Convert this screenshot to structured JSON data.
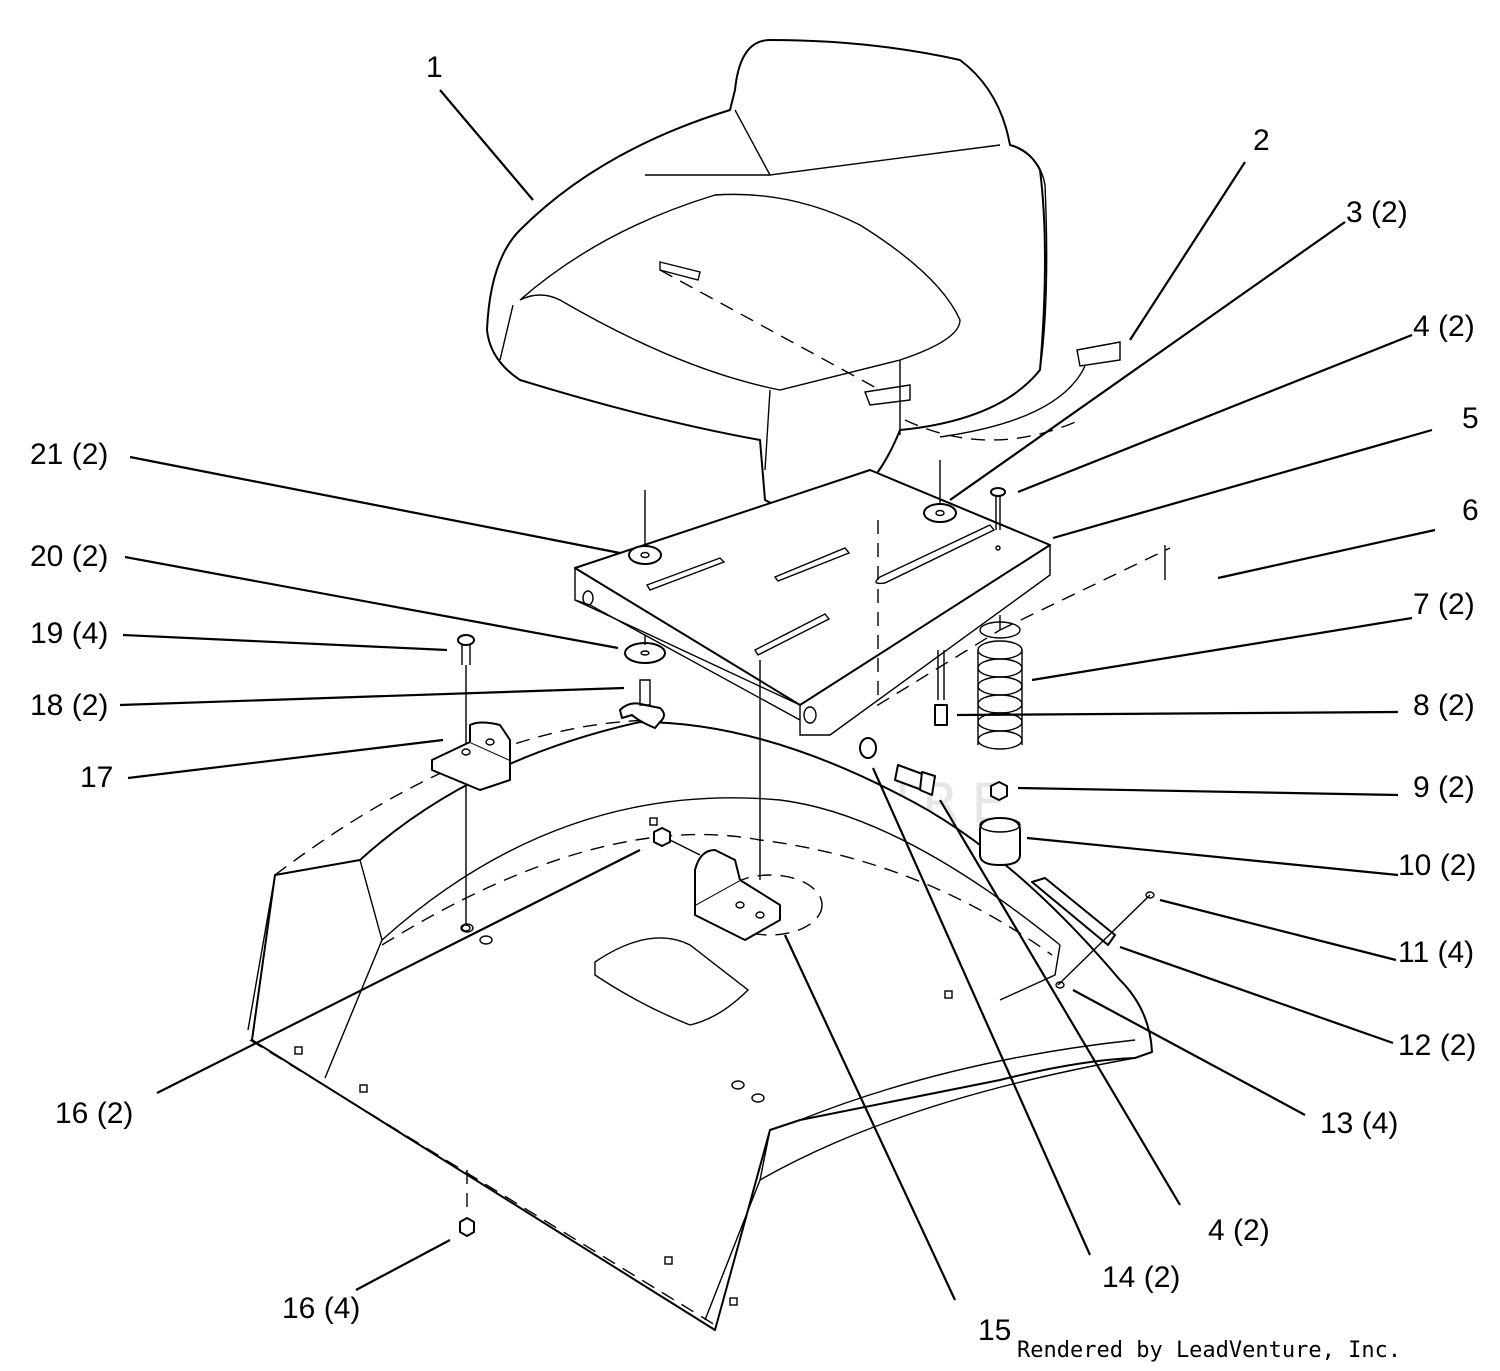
{
  "watermark": "LEADVENTURE",
  "credit": "Rendered by LeadVenture, Inc.",
  "callouts": [
    {
      "id": "c1",
      "label": "1"
    },
    {
      "id": "c2",
      "label": "2"
    },
    {
      "id": "c3",
      "label": "3 (2)"
    },
    {
      "id": "c4a",
      "label": "4 (2)"
    },
    {
      "id": "c5",
      "label": "5"
    },
    {
      "id": "c6",
      "label": "6"
    },
    {
      "id": "c7",
      "label": "7 (2)"
    },
    {
      "id": "c8",
      "label": "8 (2)"
    },
    {
      "id": "c9",
      "label": "9 (2)"
    },
    {
      "id": "c10",
      "label": "10 (2)"
    },
    {
      "id": "c11",
      "label": "11 (4)"
    },
    {
      "id": "c12",
      "label": "12 (2)"
    },
    {
      "id": "c13",
      "label": "13 (4)"
    },
    {
      "id": "c4b",
      "label": "4 (2)"
    },
    {
      "id": "c14",
      "label": "14 (2)"
    },
    {
      "id": "c15",
      "label": "15"
    },
    {
      "id": "c16a",
      "label": "16 (4)"
    },
    {
      "id": "c16b",
      "label": "16 (2)"
    },
    {
      "id": "c17",
      "label": "17"
    },
    {
      "id": "c18",
      "label": "18 (2)"
    },
    {
      "id": "c19",
      "label": "19 (4)"
    },
    {
      "id": "c20",
      "label": "20 (2)"
    },
    {
      "id": "c21",
      "label": "21 (2)"
    }
  ]
}
